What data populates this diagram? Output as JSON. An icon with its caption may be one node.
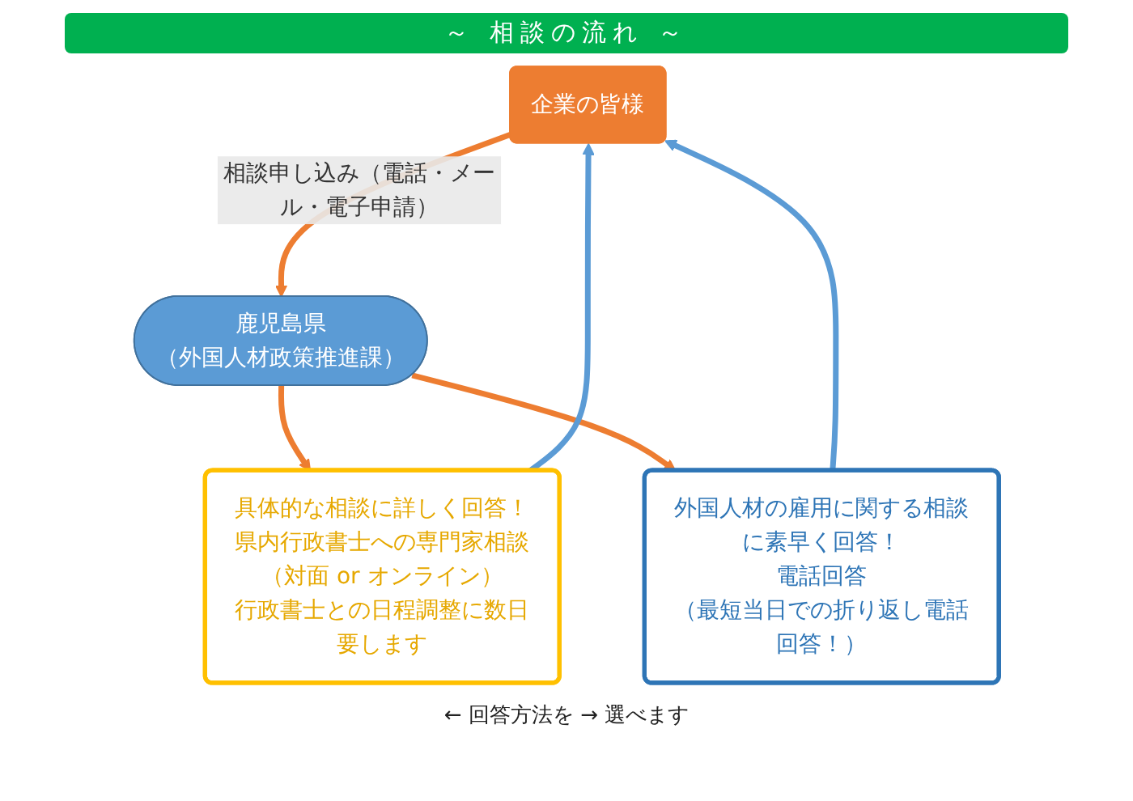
{
  "diagram": {
    "title": "～ 相談の流れ ～",
    "nodes": [
      {
        "text": [
          "企業の皆様"
        ]
      },
      {
        "text": [
          "鹿児島県",
          "（外国人材政策推進課）"
        ]
      },
      {
        "text": [
          "具体的な相談に詳しく回答！",
          "県内行政書士への専門家相談（対面 or オンライン）",
          "行政書士との日程調整に数日要します"
        ]
      },
      {
        "text": [
          "外国人材の雇用に関する相談に素早く回答！",
          "電話回答",
          "（最短当日での折り返し電話回答！）"
        ]
      }
    ],
    "edges": [
      {
        "from": 0,
        "to": 1,
        "arrow": "to",
        "label": "相談申し込み（電話・メール・電子申請）",
        "color": "#ed7d31"
      },
      {
        "from": 1,
        "to": 2,
        "arrow": "to",
        "color": "#ed7d31"
      },
      {
        "from": 1,
        "to": 3,
        "arrow": "to",
        "color": "#ed7d31"
      },
      {
        "from": 2,
        "to": 0,
        "arrow": "to",
        "color": "#5b9bd5"
      },
      {
        "from": 3,
        "to": 0,
        "arrow": "to",
        "color": "#5b9bd5"
      }
    ],
    "labels": [
      "← 回答方法を → 選べます"
    ]
  }
}
